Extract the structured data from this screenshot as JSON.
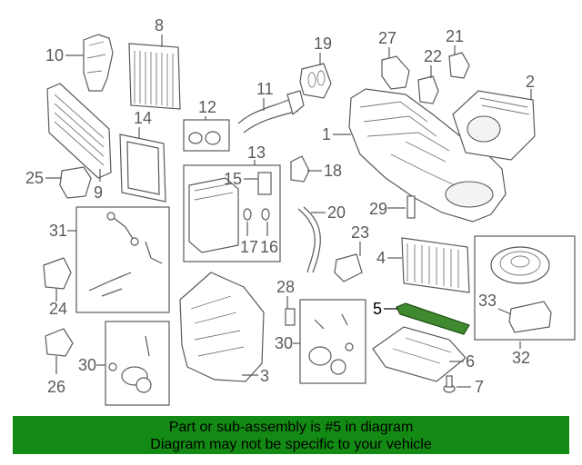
{
  "diagram": {
    "callouts": {
      "c1": "1",
      "c2": "2",
      "c3": "3",
      "c4": "4",
      "c5": "5",
      "c6": "6",
      "c7": "7",
      "c8": "8",
      "c9": "9",
      "c10": "10",
      "c11": "11",
      "c12": "12",
      "c13": "13",
      "c14": "14",
      "c15": "15",
      "c16": "16",
      "c17": "17",
      "c18": "18",
      "c19": "19",
      "c20": "20",
      "c21": "21",
      "c22": "22",
      "c23": "23",
      "c24": "24",
      "c25": "25",
      "c26": "26",
      "c27": "27",
      "c28": "28",
      "c29": "29",
      "c30a": "30",
      "c30b": "30",
      "c31": "31",
      "c32": "32",
      "c33": "33"
    },
    "highlighted_part": "5",
    "highlight_color": "#3f8a2e"
  },
  "footer": {
    "line1": "Part or sub-assembly is #5 in diagram",
    "line2": "Diagram may not be specific to your vehicle",
    "background": "#138a13"
  }
}
